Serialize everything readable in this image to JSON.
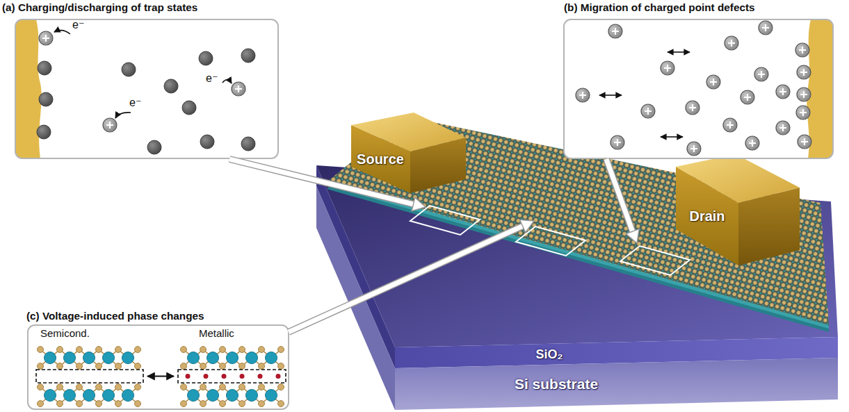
{
  "diagram": {
    "nodes": [
      {
        "text": [
          "(a) Charging/discharging of trap states"
        ]
      },
      {
        "text": [
          "(b) Migration of charged point defects"
        ]
      },
      {
        "text": [
          "Source"
        ]
      },
      {
        "text": [
          "Drain"
        ]
      },
      {
        "text": [
          "SiO₂"
        ]
      },
      {
        "text": [
          "Si substrate"
        ]
      },
      {
        "text": [
          "(c) Voltage-induced phase changes"
        ]
      }
    ],
    "labels": [
      "e⁻",
      "e⁻",
      "e⁻",
      "Semicond.",
      "Metallic"
    ]
  }
}
